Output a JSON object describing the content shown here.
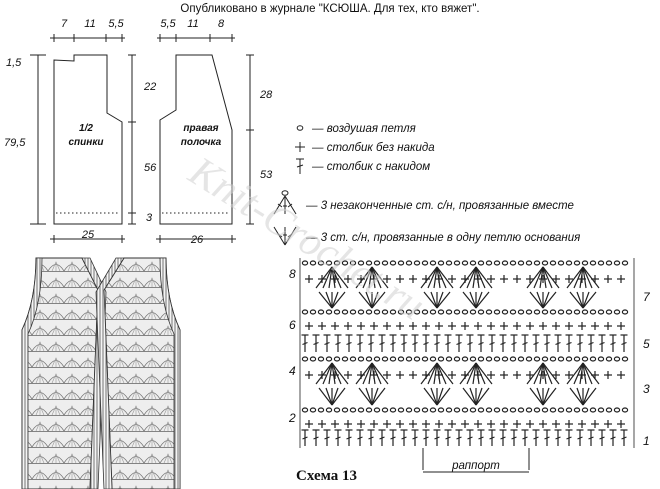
{
  "header": {
    "published": "Опубликовано в журнале \"КСЮША. Для тех, кто вяжет\"."
  },
  "back": {
    "label_line1": "1/2",
    "label_line2": "спинки",
    "top_widths": [
      "7",
      "11",
      "5,5"
    ],
    "shoulder_drop": "1,5",
    "total_height": "79,5",
    "armhole_height": "22",
    "side_height": "56",
    "rib_height": "3",
    "bottom_width": "25"
  },
  "front": {
    "label_line1": "правая",
    "label_line2": "полочка",
    "top_widths": [
      "5,5",
      "11",
      "8"
    ],
    "neck_height": "28",
    "side_height": "53",
    "bottom_width": "26"
  },
  "legend": [
    {
      "symbol": "chain",
      "text": "— воздушая петля"
    },
    {
      "symbol": "sc",
      "text": "— столбик без накида"
    },
    {
      "symbol": "dc",
      "text": "— столбик с накидом"
    },
    {
      "symbol": "dc3tog",
      "text": "— 3 незаконченные ст. с/н, провязанные вместе"
    },
    {
      "symbol": "dc3inone",
      "text": "— 3 ст. с/н, провязанные в одну петлю основания"
    }
  ],
  "scheme": {
    "title": "Схема 13",
    "repeat_label": "раппорт",
    "left_rows": [
      "8",
      "6",
      "4",
      "2"
    ],
    "right_rows": [
      "7",
      "5",
      "3",
      "1"
    ]
  },
  "watermark": "Knit-Crochet.ru"
}
